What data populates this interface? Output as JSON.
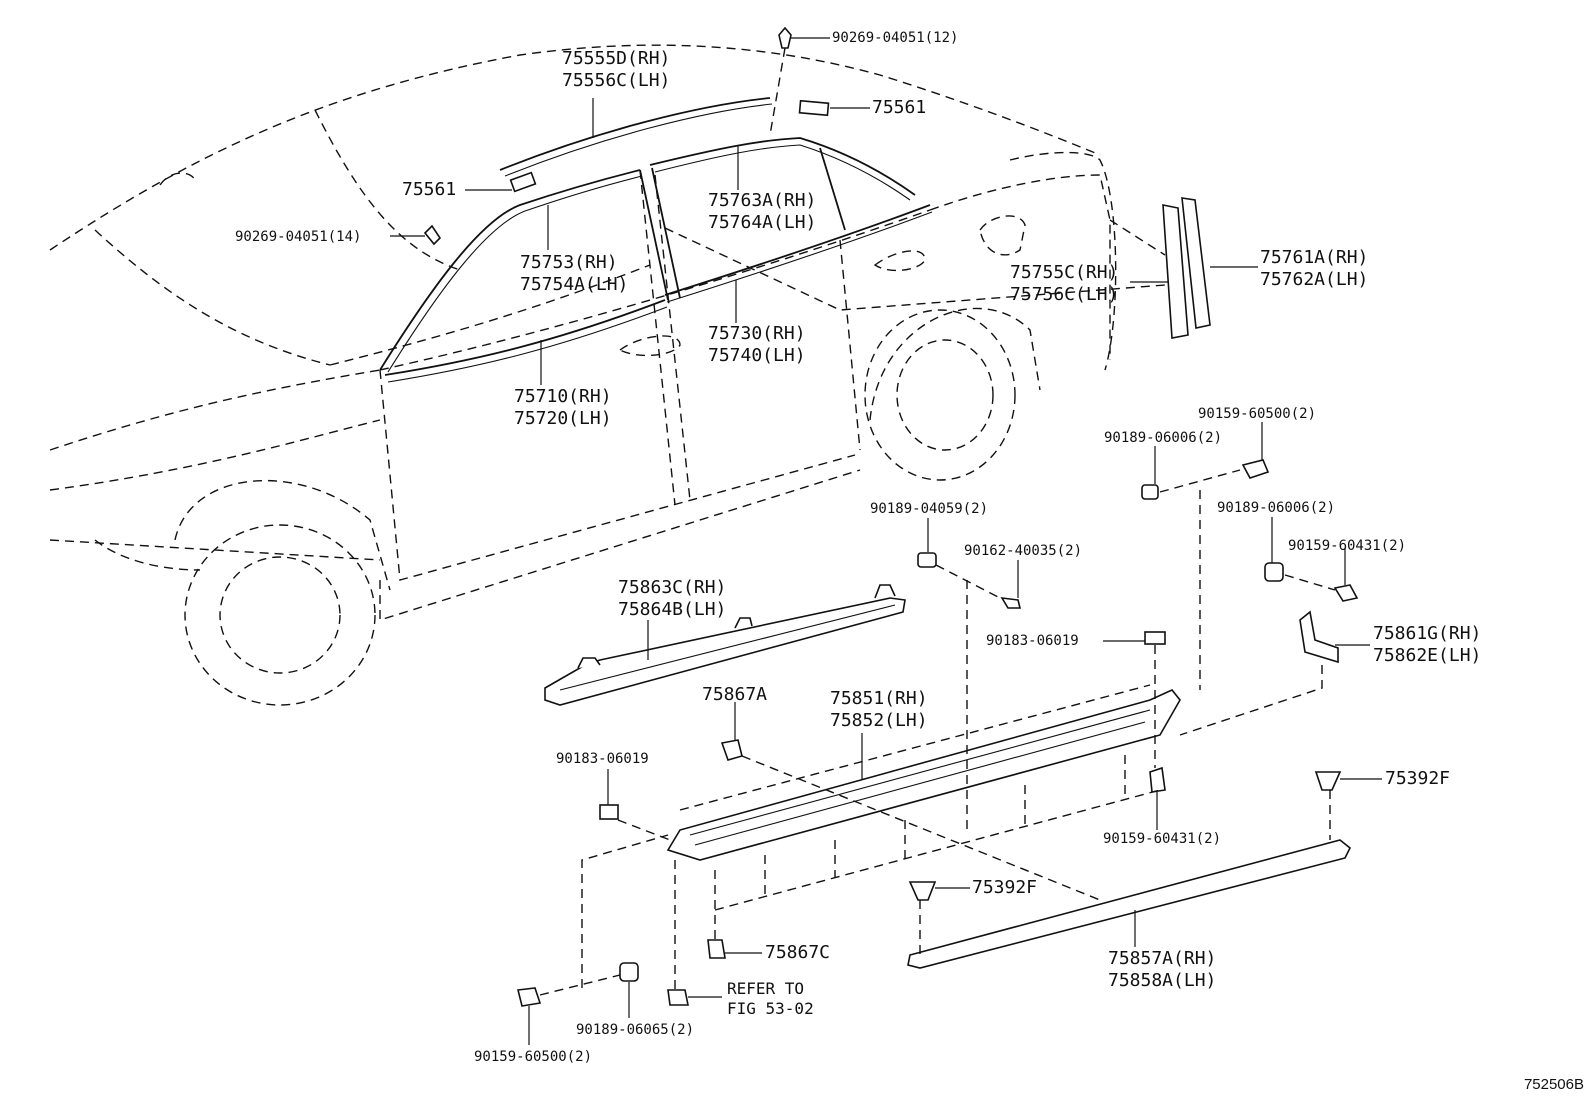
{
  "diagram": {
    "figure_code": "752506B",
    "callouts": [
      {
        "id": "c1",
        "lines": [
          "90269-04051(12)"
        ]
      },
      {
        "id": "c2",
        "lines": [
          "75555D(RH)",
          "75556C(LH)"
        ]
      },
      {
        "id": "c3",
        "lines": [
          "75561"
        ]
      },
      {
        "id": "c4",
        "lines": [
          "75561"
        ]
      },
      {
        "id": "c5",
        "lines": [
          "90269-04051(14)"
        ]
      },
      {
        "id": "c6",
        "lines": [
          "75763A(RH)",
          "75764A(LH)"
        ]
      },
      {
        "id": "c7",
        "lines": [
          "75753(RH)",
          "75754A(LH)"
        ]
      },
      {
        "id": "c8",
        "lines": [
          "75755C(RH)",
          "75756C(LH)"
        ]
      },
      {
        "id": "c9",
        "lines": [
          "75761A(RH)",
          "75762A(LH)"
        ]
      },
      {
        "id": "c10",
        "lines": [
          "75730(RH)",
          "75740(LH)"
        ]
      },
      {
        "id": "c11",
        "lines": [
          "75710(RH)",
          "75720(LH)"
        ]
      },
      {
        "id": "c12",
        "lines": [
          "90159-60500(2)"
        ]
      },
      {
        "id": "c13",
        "lines": [
          "90189-06006(2)"
        ]
      },
      {
        "id": "c14",
        "lines": [
          "90189-04059(2)"
        ]
      },
      {
        "id": "c15",
        "lines": [
          "90189-06006(2)"
        ]
      },
      {
        "id": "c16",
        "lines": [
          "90162-40035(2)"
        ]
      },
      {
        "id": "c17",
        "lines": [
          "90159-60431(2)"
        ]
      },
      {
        "id": "c18",
        "lines": [
          "75863C(RH)",
          "75864B(LH)"
        ]
      },
      {
        "id": "c19",
        "lines": [
          "90183-06019"
        ]
      },
      {
        "id": "c20",
        "lines": [
          "75861G(RH)",
          "75862E(LH)"
        ]
      },
      {
        "id": "c21",
        "lines": [
          "75867A"
        ]
      },
      {
        "id": "c22",
        "lines": [
          "75851(RH)",
          "75852(LH)"
        ]
      },
      {
        "id": "c23",
        "lines": [
          "90183-06019"
        ]
      },
      {
        "id": "c24",
        "lines": [
          "75392F"
        ]
      },
      {
        "id": "c25",
        "lines": [
          "90159-60431(2)"
        ]
      },
      {
        "id": "c26",
        "lines": [
          "75392F"
        ]
      },
      {
        "id": "c27",
        "lines": [
          "75867C"
        ]
      },
      {
        "id": "c28",
        "lines": [
          "75857A(RH)",
          "75858A(LH)"
        ]
      },
      {
        "id": "c29",
        "lines": [
          "REFER TO",
          "FIG 53-02"
        ]
      },
      {
        "id": "c30",
        "lines": [
          "90189-06065(2)"
        ]
      },
      {
        "id": "c31",
        "lines": [
          "90159-60500(2)"
        ]
      }
    ]
  }
}
